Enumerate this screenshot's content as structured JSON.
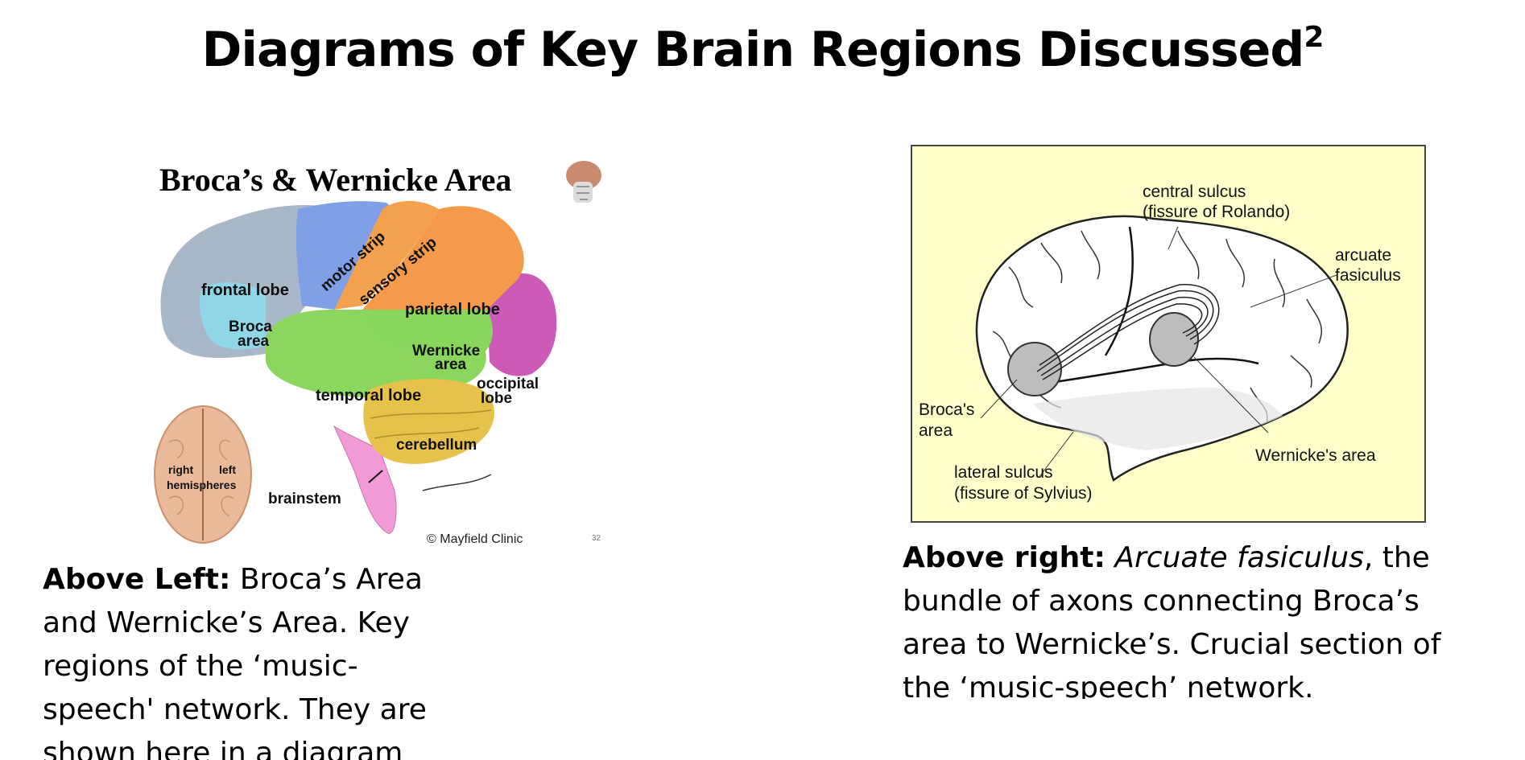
{
  "slide": {
    "title": "Diagrams of Key Brain Regions Discussed",
    "title_superscript": "2"
  },
  "left_figure": {
    "title": "Broca’s & Wernicke Area",
    "labels": {
      "frontal_lobe": "frontal lobe",
      "motor_strip": "motor strip",
      "sensory_strip": "sensory strip",
      "parietal_lobe": "parietal lobe",
      "broca_line1": "Broca",
      "broca_line2": "area",
      "wernicke_line1": "Wernicke",
      "wernicke_line2": "area",
      "temporal_lobe": "temporal lobe",
      "occipital_line1": "occipital",
      "occipital_line2": "lobe",
      "cerebellum": "cerebellum",
      "brainstem": "brainstem",
      "right": "right",
      "left": "left",
      "hemispheres": "hemispheres"
    },
    "credit": "© Mayfield Clinic",
    "page_number": "32",
    "colors": {
      "frontal": "#a8b8c8",
      "motor": "#7f9fe6",
      "sensory": "#f3a04f",
      "parietal": "#f39a4b",
      "broca": "#8fd7e6",
      "wernicke": "#88d65c",
      "temporal": "#8ad65e",
      "occipital": "#cc5ab8",
      "cerebellum": "#e6c24a",
      "brainstem": "#f29ad6",
      "hemispheres": "#e9b99a"
    }
  },
  "right_figure": {
    "labels": {
      "central_sulcus_line1": "central sulcus",
      "central_sulcus_line2": "(fissure of Rolando)",
      "arcuate_line1": "arcuate",
      "arcuate_line2": "fasiculus",
      "brocas_line1": "Broca's",
      "brocas_line2": "area",
      "wernickes": "Wernicke's area",
      "lateral_line1": "lateral sulcus",
      "lateral_line2": "(fissure of Sylvius)"
    },
    "background_color": "#ffffcc"
  },
  "captions": {
    "left": {
      "bold": "Above Left:",
      "text": " Broca’s Area and Wernicke’s Area. Key regions of the ‘music-speech' network. They are shown here in a diagram"
    },
    "right": {
      "bold": "Above right:",
      "italic": "Arcuate fasiculus",
      "text": ", the bundle of axons connecting Broca’s area to Wernicke’s. Crucial section of the ‘music-speech’ network."
    }
  }
}
